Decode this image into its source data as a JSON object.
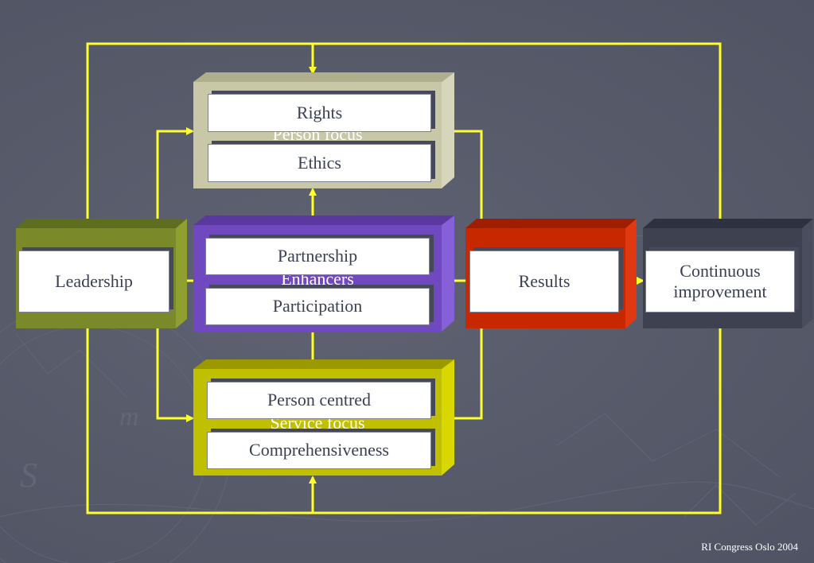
{
  "colors": {
    "background": "#565a69",
    "connector": "#ffff2a",
    "person_focus": "#c8c8a8",
    "enhancers": "#7048c0",
    "service_focus": "#c0c000",
    "leadership": "#7a8a2a",
    "results": "#c82800",
    "continuous": "#3e4150"
  },
  "cubes": {
    "person_focus": {
      "label": "Person focus",
      "items": [
        "Rights",
        "Ethics"
      ]
    },
    "enhancers": {
      "label": "Enhancers",
      "items": [
        "Partnership",
        "Participation"
      ]
    },
    "service_focus": {
      "label": "Service focus",
      "items": [
        "Person centred",
        "Comprehensiveness"
      ]
    },
    "leadership": {
      "label": "Leadership"
    },
    "results": {
      "label": "Results"
    },
    "continuous": {
      "label": "Continuous improvement"
    }
  },
  "footer": "RI Congress Oslo 2004"
}
